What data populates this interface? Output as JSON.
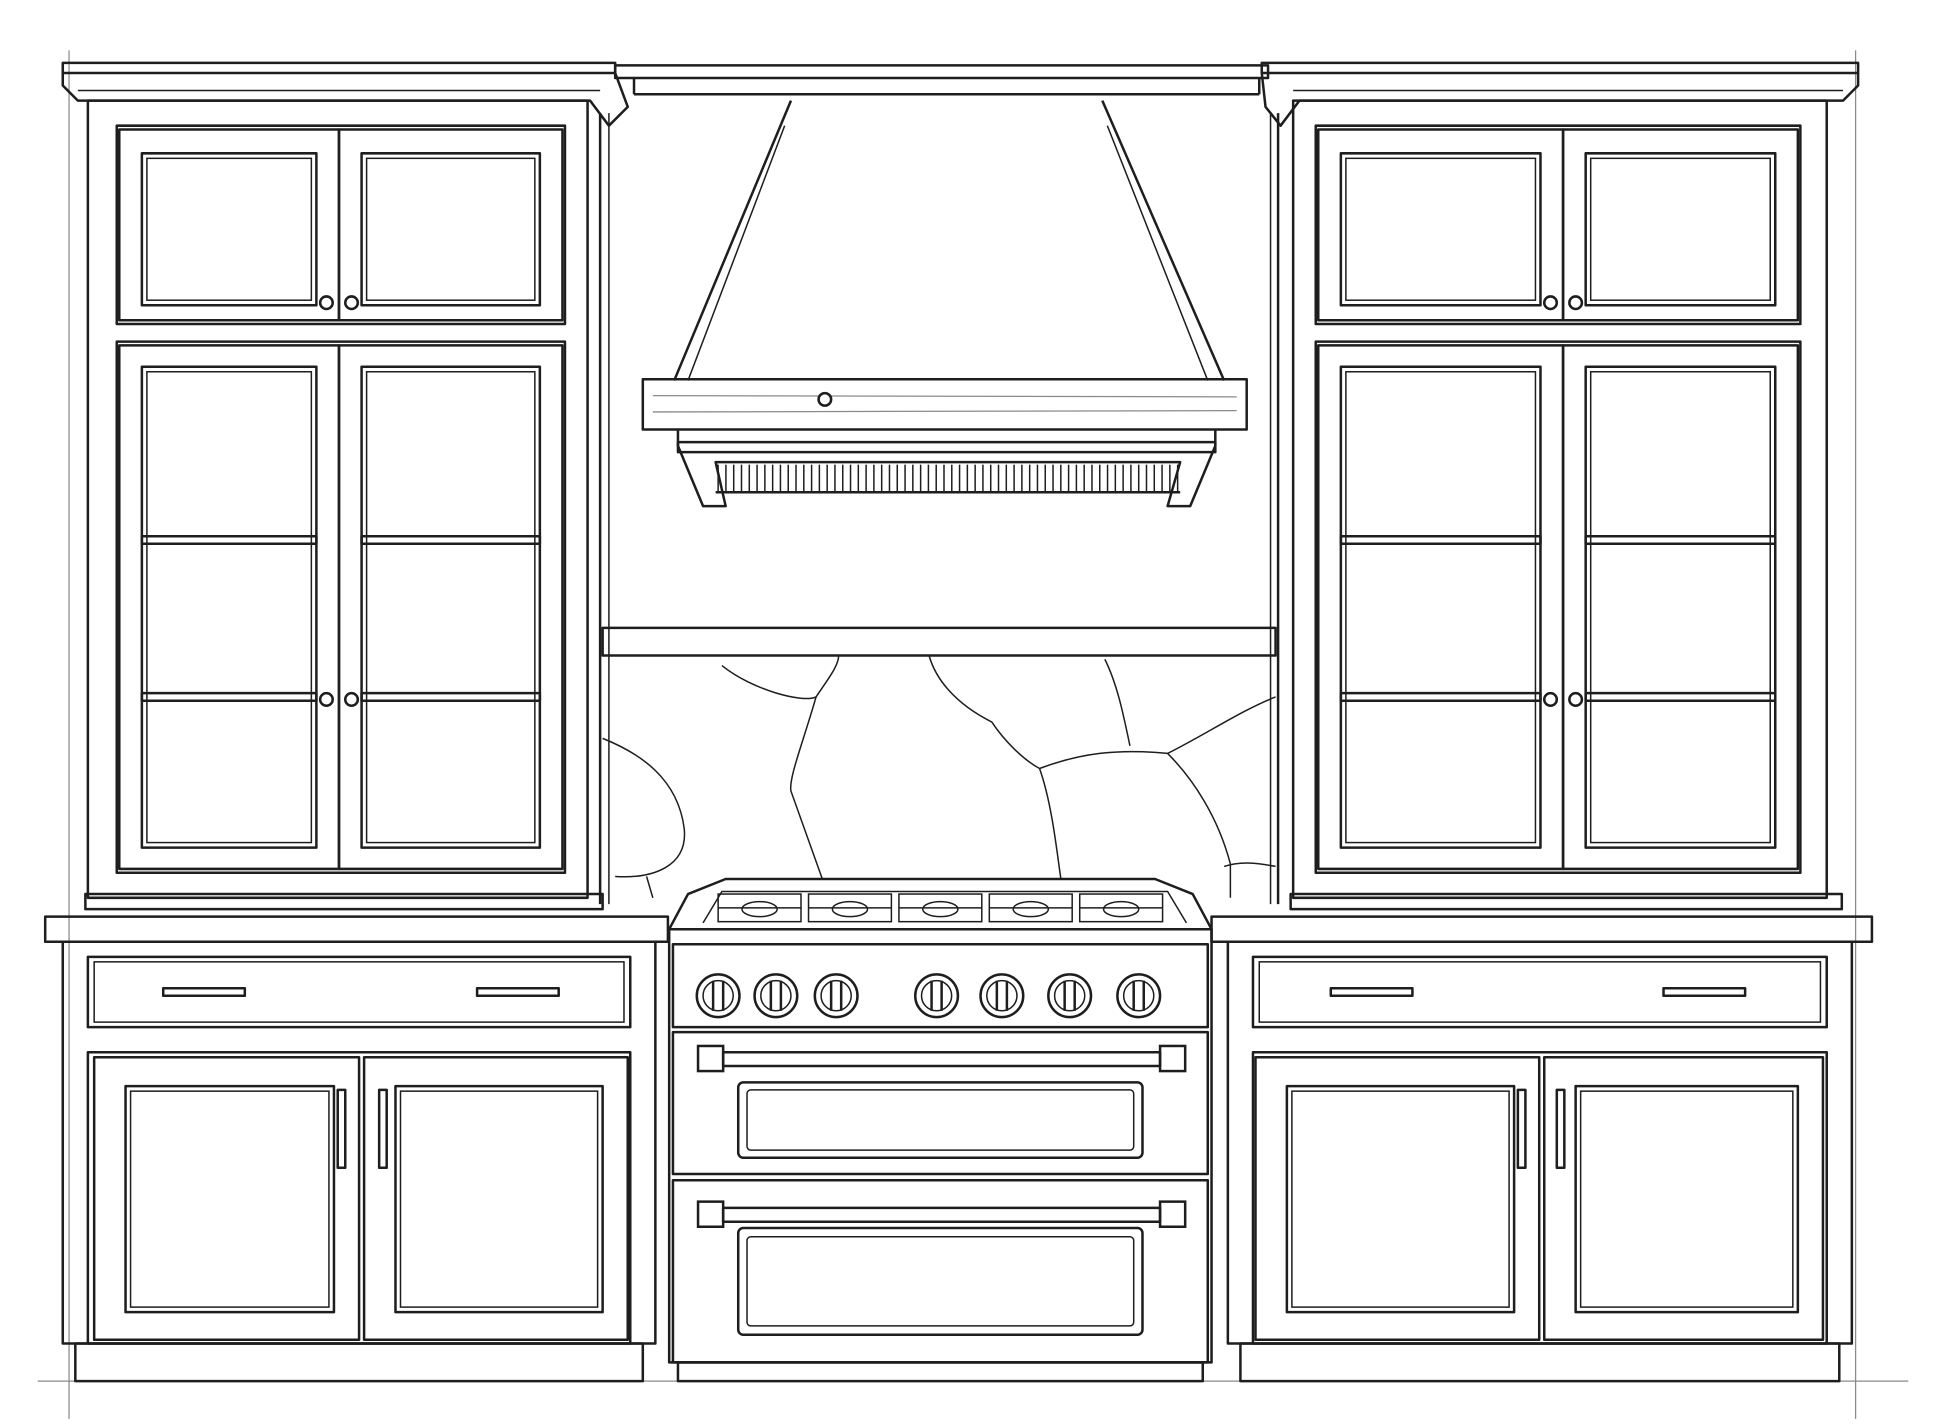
{
  "drawing": {
    "subject": "kitchen-elevation",
    "colors": {
      "line": "#1e1e1e",
      "background": "#ffffff",
      "faint_line": "#8a8a8a"
    },
    "range_knob_count": 7,
    "hood_vent_slat_count": 60
  }
}
